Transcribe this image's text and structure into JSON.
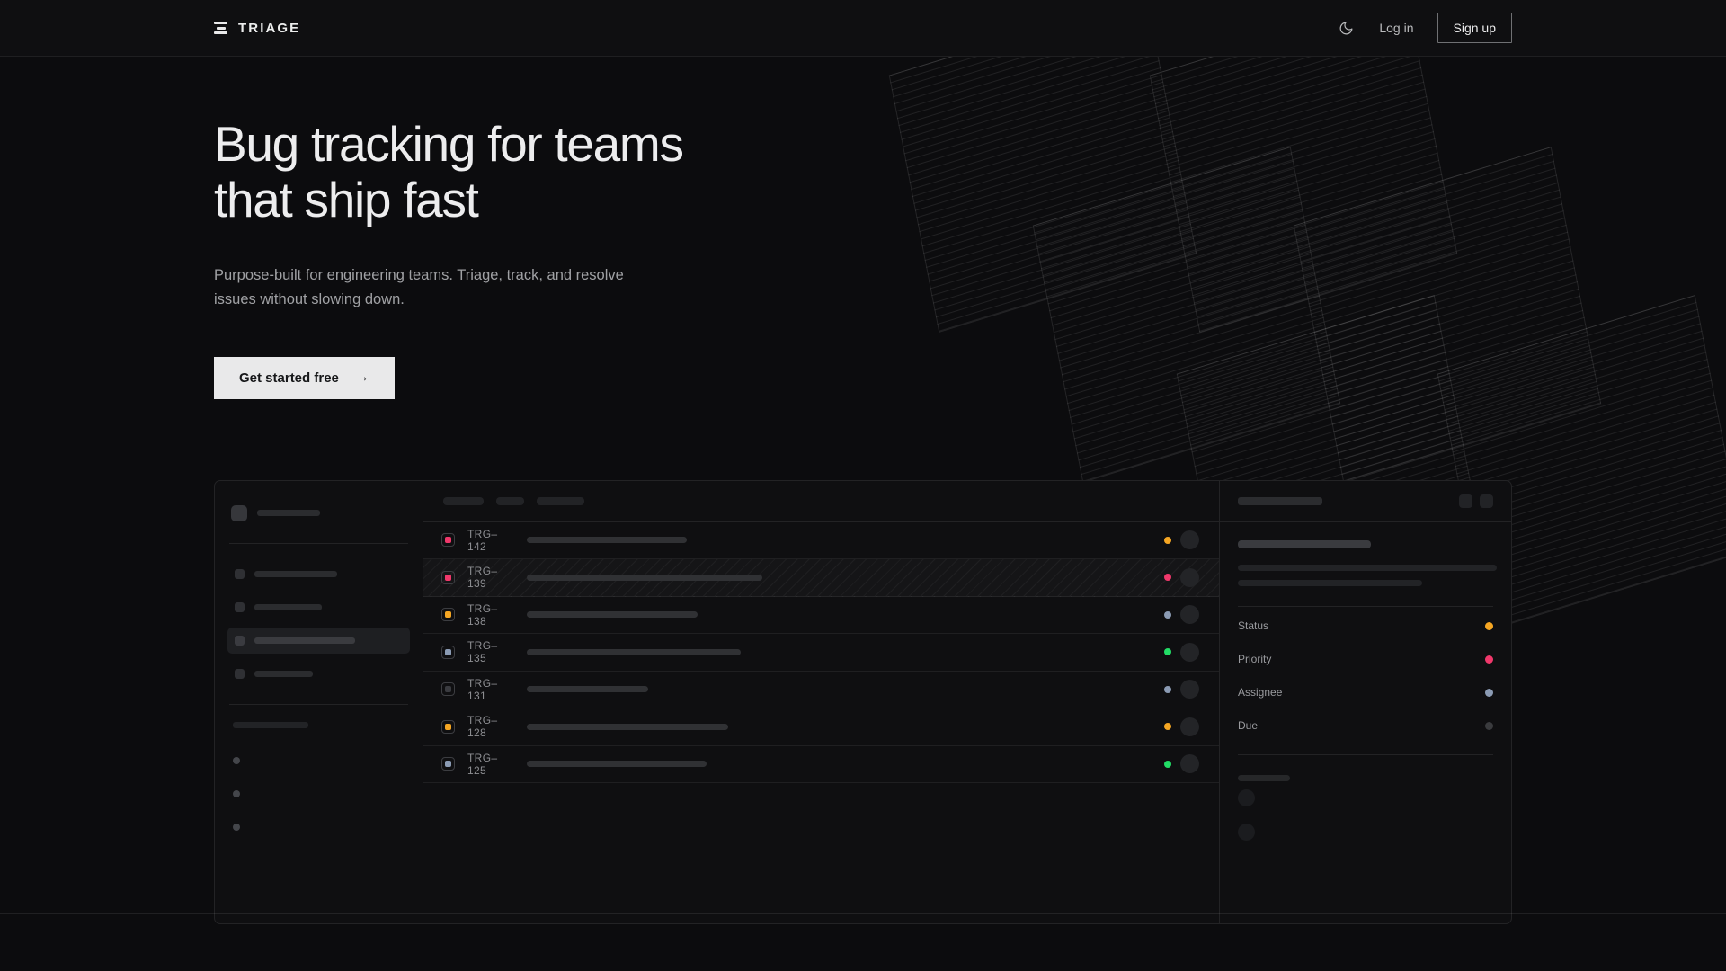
{
  "brand": {
    "name": "TRIAGE",
    "icon": "stacked-bars-icon"
  },
  "header": {
    "theme_toggle_icon": "moon-icon",
    "login_label": "Log in",
    "signup_label": "Sign up"
  },
  "hero": {
    "heading_line1": "Bug tracking for teams",
    "heading_line2": "that ship fast",
    "subtitle": "Purpose-built for engineering teams. Triage, track, and resolve issues without slowing down.",
    "cta_label": "Get started free",
    "cta_arrow": "→"
  },
  "colors": {
    "background": "#0c0c0e",
    "surface": "#0f0f11",
    "border": "rgba(255,255,255,0.085)",
    "text_primary": "#ededee",
    "text_muted": "#a0a1a4",
    "cta_background": "#e9e9ea",
    "cta_text": "#17181a",
    "priority_urgent": "#f0386b",
    "priority_high": "#f5a623",
    "priority_medium": "#8b9bb4",
    "priority_low": "#3a3b40",
    "status_amber": "#f5a623",
    "status_pink": "#f0386b",
    "status_slate": "#8b9bb4",
    "status_green": "#22dd66",
    "status_off": "#3a3b3e"
  },
  "app_mockup": {
    "sidebar": {
      "workspace_label_width": 70,
      "nav_items": [
        {
          "label_width": 92,
          "active": false
        },
        {
          "label_width": 75,
          "active": false
        },
        {
          "label_width": 112,
          "active": true
        },
        {
          "label_width": 65,
          "active": false
        }
      ],
      "section_label_width": 66,
      "mini_items": 3
    },
    "toolbar": {
      "pills": [
        45,
        31,
        53
      ]
    },
    "issues": [
      {
        "id": "TRG–142",
        "priority_color": "#f0386b",
        "title_width": 178,
        "status_color": "#f5a623",
        "selected": false
      },
      {
        "id": "TRG–139",
        "priority_color": "#f0386b",
        "title_width": 262,
        "status_color": "#f0386b",
        "selected": true
      },
      {
        "id": "TRG–138",
        "priority_color": "#f5a623",
        "title_width": 190,
        "status_color": "#8b9bb4",
        "selected": false
      },
      {
        "id": "TRG–135",
        "priority_color": "#8b9bb4",
        "title_width": 238,
        "status_color": "#22dd66",
        "selected": false
      },
      {
        "id": "TRG–131",
        "priority_color": "#3a3b40",
        "title_width": 135,
        "status_color": "#8b9bb4",
        "selected": false
      },
      {
        "id": "TRG–128",
        "priority_color": "#f5a623",
        "title_width": 224,
        "status_color": "#f5a623",
        "selected": false
      },
      {
        "id": "TRG–125",
        "priority_color": "#8b9bb4",
        "title_width": 200,
        "status_color": "#22dd66",
        "selected": false
      }
    ],
    "detail_panel": {
      "header_placeholder_width": 94,
      "action_buttons": 2,
      "title_width": 148,
      "body_line_widths": [
        288,
        205
      ],
      "fields": [
        {
          "label": "Status",
          "value_color": "#f5a623"
        },
        {
          "label": "Priority",
          "value_color": "#f0386b"
        },
        {
          "label": "Assignee",
          "value_color": "#8b9bb4"
        },
        {
          "label": "Due",
          "value_color": "#3a3b3e"
        }
      ],
      "activity_avatars": 2
    }
  }
}
